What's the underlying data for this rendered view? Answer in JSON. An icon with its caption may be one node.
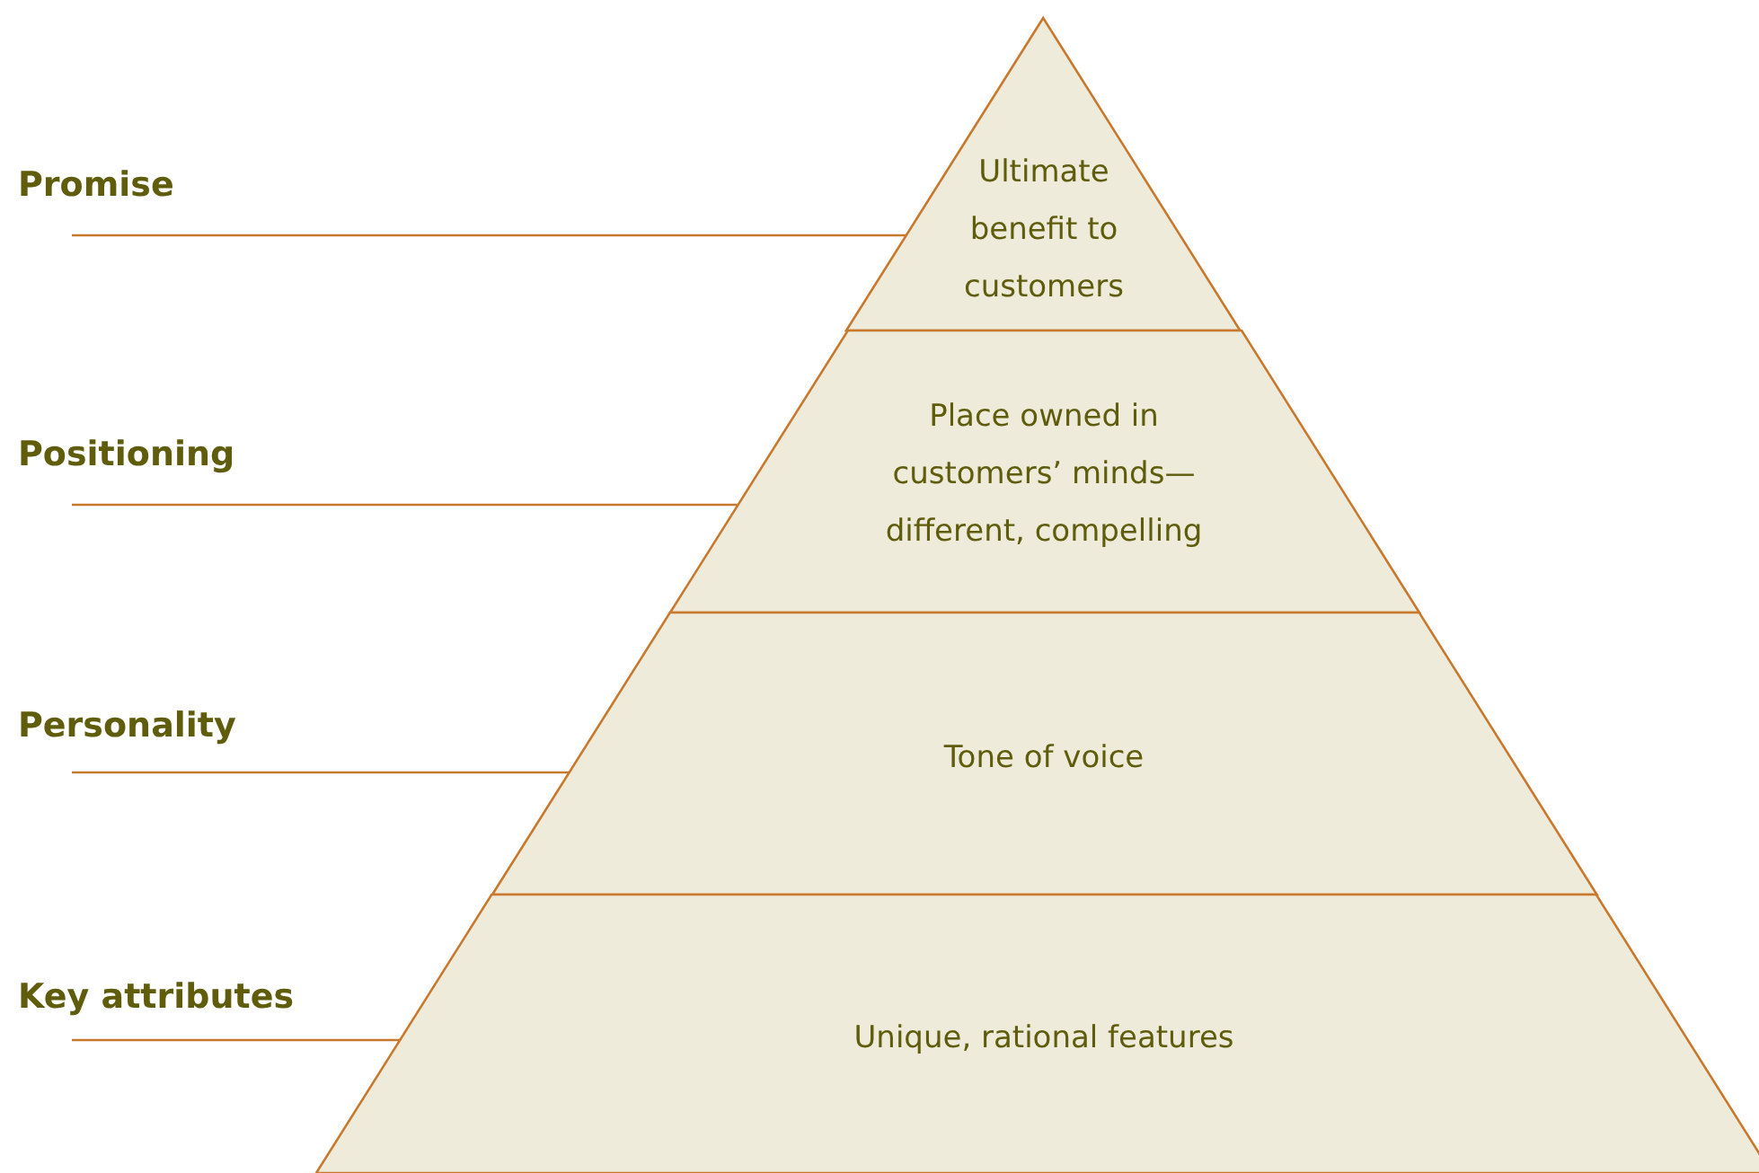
{
  "diagram": {
    "nodes": [
      {
        "text": [
          "Promise"
        ]
      },
      {
        "text": [
          "Ultimate benefit to customers"
        ]
      },
      {
        "text": [
          "Positioning"
        ]
      },
      {
        "text": [
          "Place owned in customers’ minds—different, compelling"
        ]
      },
      {
        "text": [
          "Personality"
        ]
      },
      {
        "text": [
          "Tone of voice"
        ]
      },
      {
        "text": [
          "Key attributes"
        ]
      },
      {
        "text": [
          "Unique, rational features"
        ]
      }
    ],
    "edges": [
      {
        "from": 0,
        "to": 1,
        "arrow": "none"
      },
      {
        "from": 2,
        "to": 3,
        "arrow": "none"
      },
      {
        "from": 4,
        "to": 5,
        "arrow": "none"
      },
      {
        "from": 6,
        "to": 7,
        "arrow": "none"
      }
    ]
  }
}
